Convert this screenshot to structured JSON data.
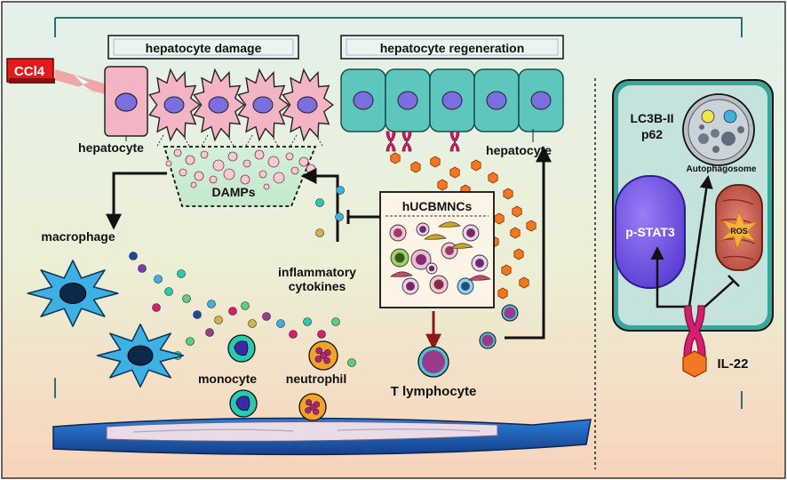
{
  "labels": {
    "ccl4": "CCl4",
    "damage": "hepatocyte damage",
    "regeneration": "hepatocyte regeneration",
    "hepatocyte_left": "hepatocyte",
    "hepatocyte_right": "hepatocyte",
    "damps": "DAMPs",
    "macrophage": "macrophage",
    "inflammatory_line1": "inflammatory",
    "inflammatory_line2": "cytokines",
    "hucbmncs": "hUCBMNCs",
    "monocyte": "monocyte",
    "neutrophil": "neutrophil",
    "t_lymphocyte": "T lymphocyte",
    "lc3b": "LC3B-II",
    "p62": "p62",
    "autophagosome": "Autophagosome",
    "pstat3": "p-STAT3",
    "ros": "ROS",
    "il22": "IL-22"
  },
  "colors": {
    "hepatocyte_damaged": "#f3b5c4",
    "hepatocyte_healthy": "#5ec7bd",
    "nucleus": "#7b6fe0",
    "il22": "#f2771f",
    "receptor": "#d61e6e",
    "macrophage": "#3fb0e4",
    "vessel": "#1f5fb5",
    "ccl4": "#e11b1b"
  }
}
